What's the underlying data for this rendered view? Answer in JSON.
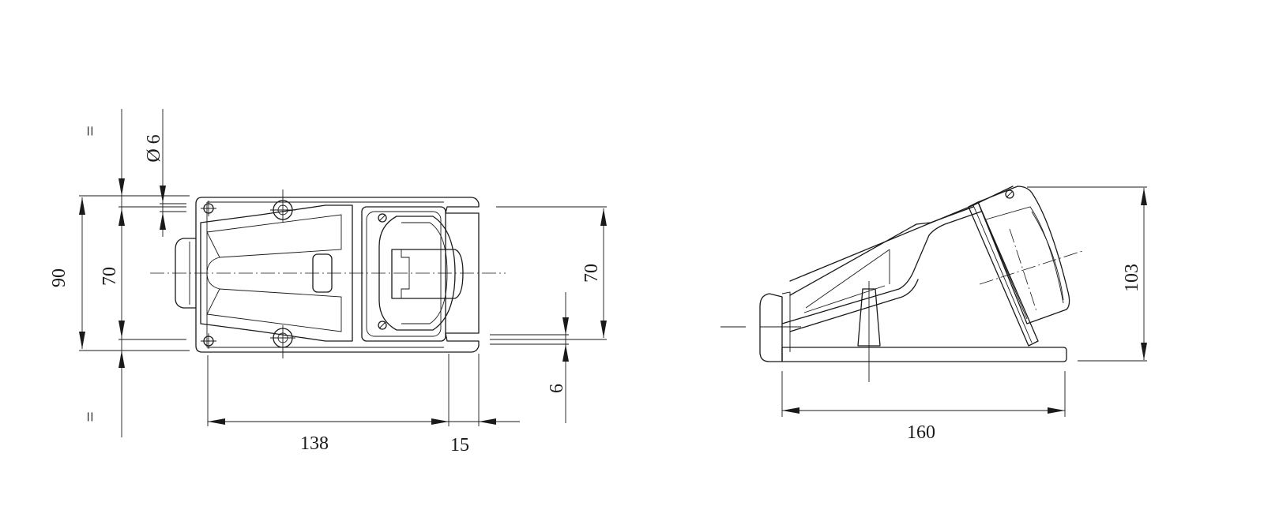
{
  "front_view": {
    "dim_width_total": "138",
    "dim_flange": "15",
    "dim_height_outer": "90",
    "dim_height_holes": "70",
    "dim_height_holes_right": "70",
    "dim_hole_diameter": "Ø 6",
    "dim_edge": "6",
    "symmetry_top": "=",
    "symmetry_bottom": "="
  },
  "side_view": {
    "dim_length": "160",
    "dim_height": "103"
  }
}
